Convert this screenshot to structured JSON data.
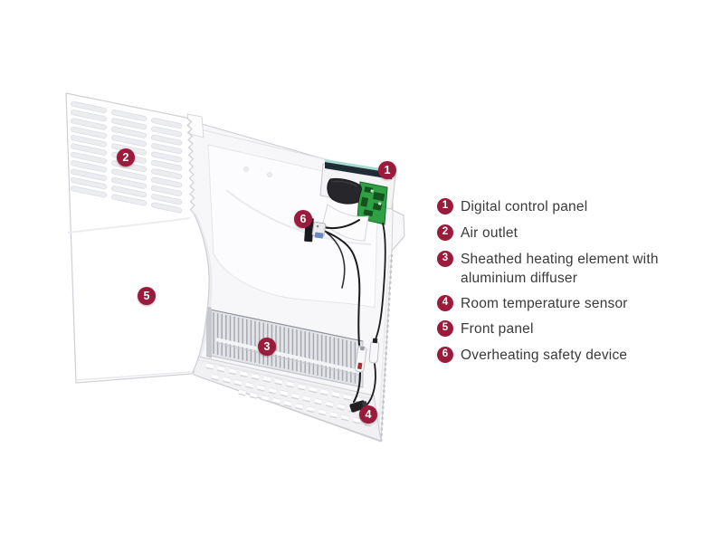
{
  "colors": {
    "badge_red": "#9B1B3C",
    "legend_text": "#3A3A3C",
    "panel_white": "#FFFFFF",
    "outline_gray": "#CFCFD5",
    "metal_gray": "#A7A9B1",
    "pcb_green": "#2FA044",
    "display_dark": "#212D36",
    "display_teal": "#9FD8CD",
    "wire_black": "#1B1B1E"
  },
  "diagram": {
    "name": "panel-heater-exploded-view",
    "markers": [
      {
        "number": "1"
      },
      {
        "number": "2"
      },
      {
        "number": "3"
      },
      {
        "number": "4"
      },
      {
        "number": "5"
      },
      {
        "number": "6"
      }
    ]
  },
  "legend": {
    "items": [
      {
        "number": "1",
        "label": "Digital control panel"
      },
      {
        "number": "2",
        "label": "Air outlet"
      },
      {
        "number": "3",
        "label": "Sheathed heating element with aluminium diffuser"
      },
      {
        "number": "4",
        "label": "Room temperature sensor"
      },
      {
        "number": "5",
        "label": "Front panel"
      },
      {
        "number": "6",
        "label": "Overheating safety device"
      }
    ]
  }
}
